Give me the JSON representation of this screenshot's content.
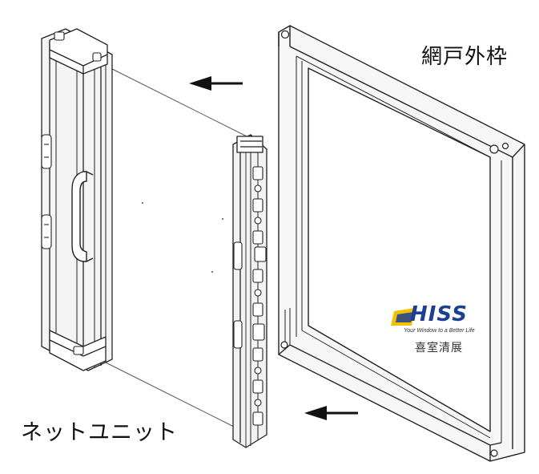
{
  "labels": {
    "frame": "網戸外枠",
    "net_unit": "ネットユニット"
  },
  "logo": {
    "brand": "HISS",
    "tagline": "Your Window to a Better Life",
    "subtitle": "喜室清展"
  },
  "colors": {
    "line": "#222222",
    "frame_fill": "#f4f4f4",
    "frame_shade": "#d9d9d9",
    "brand_blue": "#1d3f93",
    "brand_yellow": "#f2c200"
  },
  "icons": {
    "arrow_top": "arrow-left-icon",
    "arrow_bottom": "arrow-left-icon"
  }
}
